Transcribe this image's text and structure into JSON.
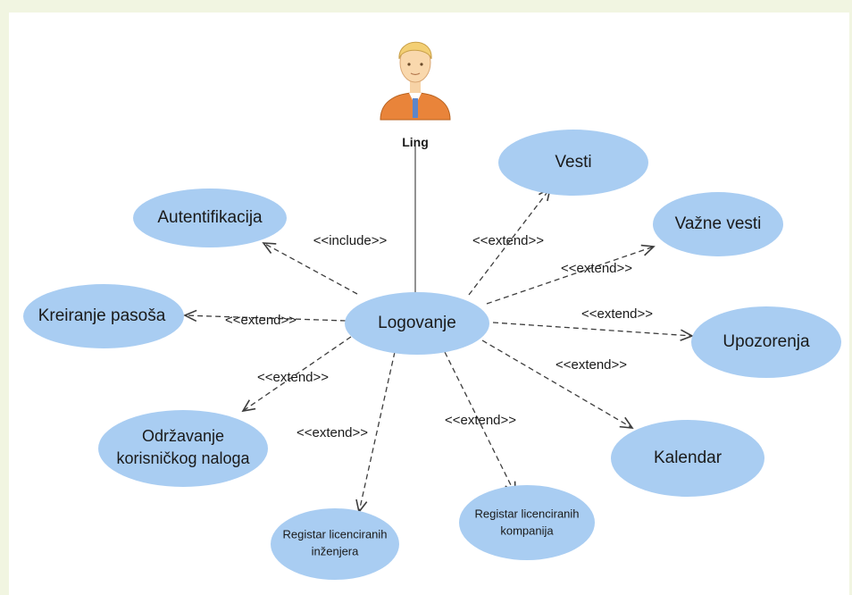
{
  "actor": {
    "name": "Ling"
  },
  "use_cases": {
    "logovanje": "Logovanje",
    "autentifikacija": "Autentifikacija",
    "kreiranje": "Kreiranje pasoša",
    "odrzavanje_1": "Održavanje",
    "odrzavanje_2": "korisničkog naloga",
    "reg_inz_1": "Registar licenciranih",
    "reg_inz_2": "inženjera",
    "reg_komp_1": "Registar licenciranih",
    "reg_komp_2": "kompanija",
    "vesti": "Vesti",
    "vazne_vesti": "Važne vesti",
    "upozorenja": "Upozorenja",
    "kalendar": "Kalendar"
  },
  "stereotypes": {
    "include": "<<include>>",
    "extend": "<<extend>>"
  },
  "colors": {
    "use_case_fill": "#a9cdf2",
    "line": "#3d3d3d",
    "page_border": "#f1f5e1"
  }
}
